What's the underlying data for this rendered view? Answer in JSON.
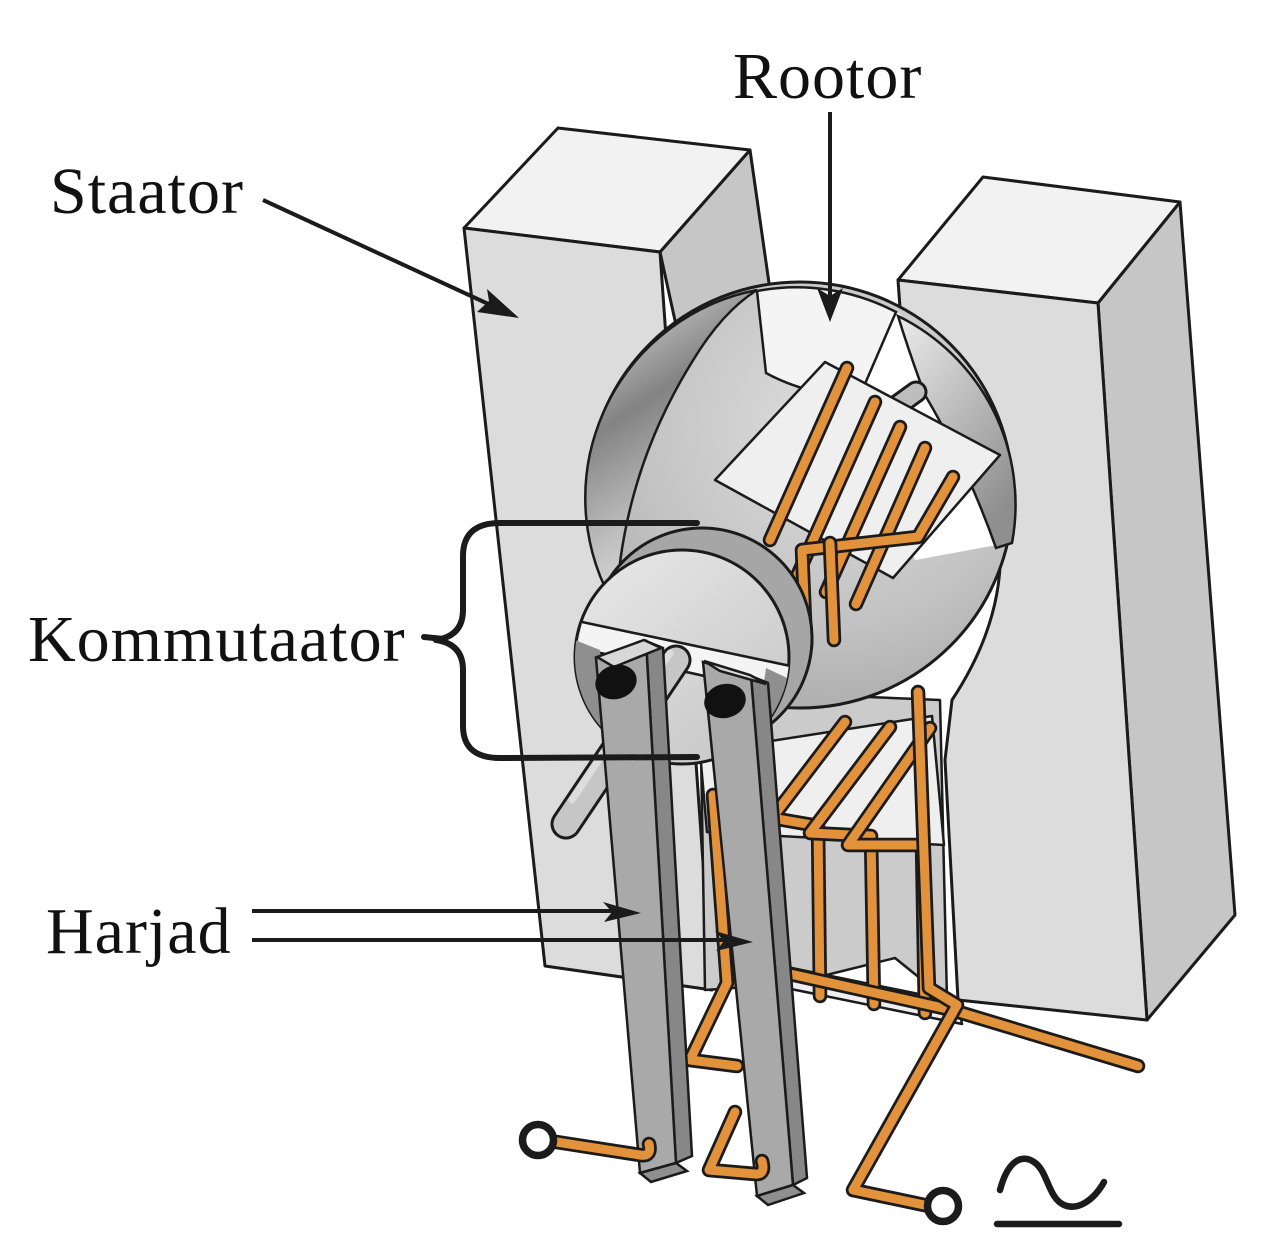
{
  "diagram": {
    "type": "labeled-illustration",
    "subject": "electric-motor-cutaway",
    "labels": {
      "rotor": {
        "text": "Rootor"
      },
      "stator": {
        "text": "Staator"
      },
      "commutator": {
        "text": "Kommutaator"
      },
      "brushes": {
        "text": "Harjad"
      }
    },
    "symbols": {
      "ac_source": "sine-wave-over-line",
      "terminals": 2
    },
    "colors": {
      "bg": "#ffffff",
      "outline": "#1b1b1b",
      "wire": "#e2923a",
      "blockTop": "#f2f2f2",
      "blockFront": "#dcdcdc",
      "blockSide": "#c6c6c6",
      "panel": "#cbcbcb",
      "core": "#efefef",
      "band": "#a6a6a6",
      "face": "#d9d9d9",
      "brush": "#a9a9a9",
      "brushSide": "#878787",
      "brushTop": "#d8d8d8",
      "shaft": "#c6c6c6",
      "label": "#111111"
    }
  }
}
